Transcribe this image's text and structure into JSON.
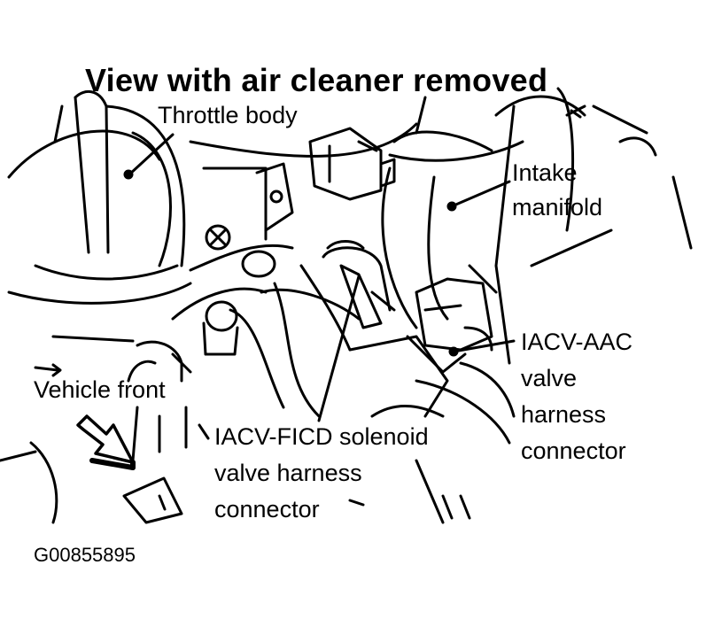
{
  "diagram": {
    "title": "View with air cleaner removed",
    "labels": {
      "throttle_body": "Throttle body",
      "intake_manifold": [
        "Intake",
        "manifold"
      ],
      "iacv_aac": [
        "IACV-AAC",
        "valve",
        "harness",
        "connector"
      ],
      "vehicle_front": "Vehicle front",
      "iacv_ficd": [
        "IACV-FICD solenoid",
        "valve harness",
        "connector"
      ]
    },
    "figure_id": "G00855895"
  },
  "colors": {
    "ink": "#000000",
    "paper": "#ffffff"
  }
}
